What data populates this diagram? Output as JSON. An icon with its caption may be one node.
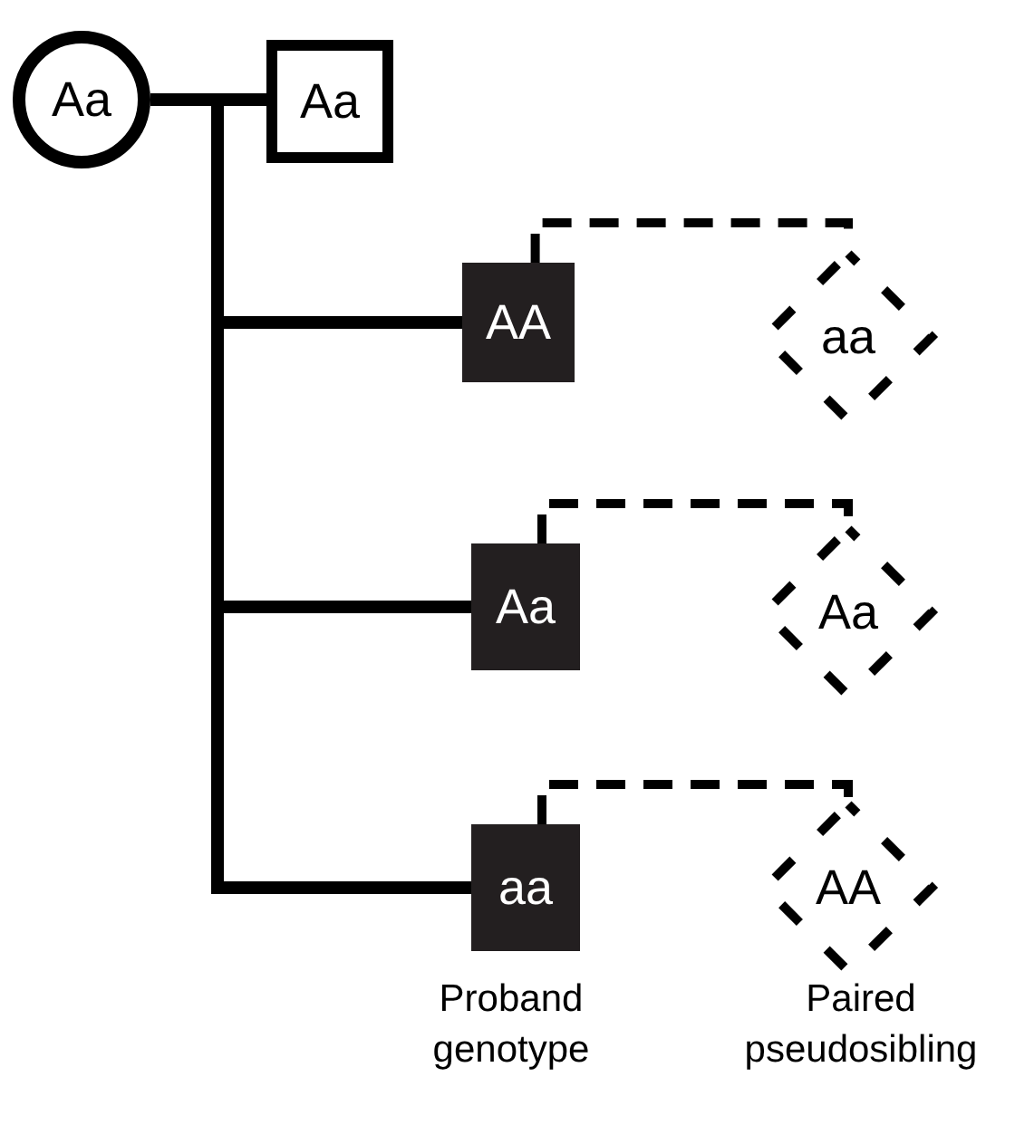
{
  "diagram": {
    "nodes": [
      {
        "text": [
          "Aa"
        ]
      },
      {
        "text": [
          "Aa"
        ]
      },
      {
        "text": [
          "AA"
        ]
      },
      {
        "text": [
          "Aa"
        ]
      },
      {
        "text": [
          "aa"
        ]
      },
      {
        "text": [
          "aa"
        ]
      },
      {
        "text": [
          "Aa"
        ]
      },
      {
        "text": [
          "AA"
        ]
      }
    ],
    "edges": [
      {
        "from": 0,
        "to": 1,
        "arrow": "none"
      },
      {
        "from": 0,
        "to": 2,
        "arrow": "none"
      },
      {
        "from": 0,
        "to": 3,
        "arrow": "none"
      },
      {
        "from": 0,
        "to": 4,
        "arrow": "none"
      },
      {
        "from": 2,
        "to": 5,
        "arrow": "none",
        "style": "dashed"
      },
      {
        "from": 3,
        "to": 6,
        "arrow": "none",
        "style": "dashed"
      },
      {
        "from": 4,
        "to": 7,
        "arrow": "none",
        "style": "dashed"
      }
    ],
    "labels": [
      "Proband genotype",
      "Paired pseudosibling"
    ]
  }
}
